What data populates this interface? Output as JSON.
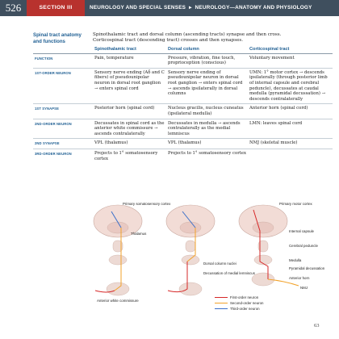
{
  "header": {
    "page_number": "526",
    "section": "SECTION III",
    "chapter": "NEUROLOGY AND SPECIAL SENSES",
    "subchapter": "NEUROLOGY—ANATOMY AND PHYSIOLOGY",
    "colors": {
      "dark": "#3f4f5e",
      "accent": "#b8322e",
      "title_blue": "#1f5f93"
    }
  },
  "side_title": "Spinal tract anatomy and functions",
  "intro": [
    "Spinothalamic tract and dorsal column (ascending tracts) synapse and then cross.",
    "Corticospinal tract (descending tract) crosses and then synapses."
  ],
  "table": {
    "columns": [
      "",
      "Spinothalamic tract",
      "Dorsal column",
      "Corticospinal tract"
    ],
    "rows": [
      {
        "label": "FUNCTION",
        "cells": [
          "Pain, temperature",
          "Pressure, vibration, fine touch, proprioception (conscious)",
          "Voluntary movement"
        ]
      },
      {
        "label": "1ST-ORDER NEURON",
        "cells": [
          "Sensory nerve ending (Aδ and C fibers) of pseudounipolar neuron in dorsal root ganglion → enters spinal cord",
          "Sensory nerve ending of pseudounipolar neuron in dorsal root ganglion → enters spinal cord → ascends ipsilaterally in dorsal columns",
          "UMN: 1° motor cortex → descends ipsilaterally (through posterior limb of internal capsule and cerebral peduncle), decussates at caudal medulla (pyramidal decussation) → descends contralaterally"
        ]
      },
      {
        "label": "1ST SYNAPSE",
        "cells": [
          "Posterior horn (spinal cord)",
          "Nucleus gracilis, nucleus cuneatus (ipsilateral medulla)",
          "Anterior horn (spinal cord)"
        ]
      },
      {
        "label": "2ND-ORDER NEURON",
        "cells": [
          "Decussates in spinal cord as the anterior white commissure → ascends contralaterally",
          "Decussates in medulla → ascends contralaterally as the medial lemniscus",
          "LMN: leaves spinal cord"
        ]
      },
      {
        "label": "2ND SYNAPSE",
        "cells": [
          "VPL (thalamus)",
          "VPL (thalamus)",
          "NMJ (skeletal muscle)"
        ]
      },
      {
        "label": "3RD-ORDER NEURON",
        "cells": [
          "Projects to 1° somatosensory cortex",
          "Projects to 1° somatosensory cortex",
          ""
        ]
      }
    ]
  },
  "figure": {
    "labels": {
      "primary_somatosensory_cortex": "Primary somatosensory cortex",
      "thalamus": "Thalamus",
      "dorsal_column_nuclei": "Dorsal column nuclei",
      "decussation_medial_lemniscus": "Decussation of medial lemniscus",
      "anterior_white_commissure": "Anterior white commissure",
      "primary_motor_cortex": "Primary motor cortex",
      "internal_capsule": "Internal capsule",
      "cerebral_peduncle": "Cerebral peduncle",
      "medulla": "Medulla",
      "pyramidal_decussation": "Pyramidal decussation",
      "anterior_horn": "Anterior horn",
      "nmj": "NMJ"
    },
    "legend": [
      {
        "label": "First-order neuron",
        "color": "#d62828"
      },
      {
        "label": "Second-order neuron",
        "color": "#f2a22a"
      },
      {
        "label": "Third-order neuron",
        "color": "#3a6fc9"
      }
    ]
  },
  "footer_page": "63"
}
